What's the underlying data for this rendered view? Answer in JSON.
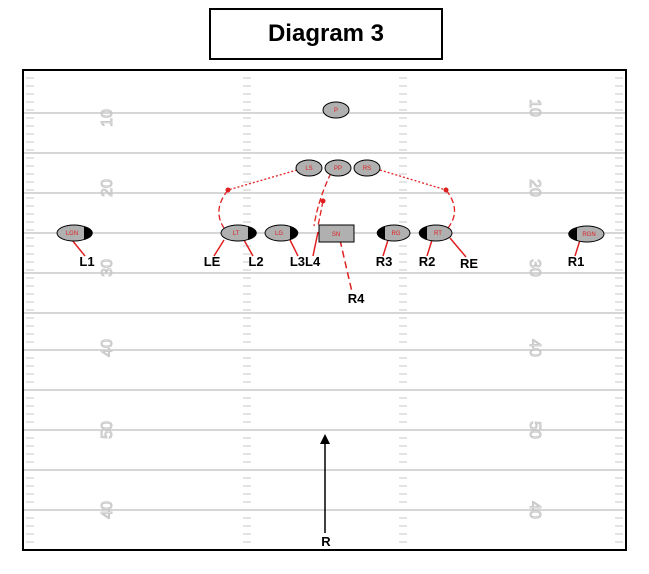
{
  "title": "Diagram 3",
  "colors": {
    "route": "#e02020",
    "player_fill": "#b0b0b0",
    "field_line": "#c8c8c8",
    "border": "#000000"
  },
  "yard_numbers": {
    "left": [
      "10",
      "20",
      "30",
      "40",
      "50",
      "40"
    ],
    "right": [
      "10",
      "20",
      "30",
      "40",
      "50",
      "40"
    ]
  },
  "players": {
    "P": "P",
    "LS": "LS",
    "PP": "PP",
    "RS": "RS",
    "LGN": "LGN",
    "LT": "LT",
    "LG": "LG",
    "SN": "SN",
    "RG": "RG",
    "RT": "RT",
    "RGN": "RGN"
  },
  "labels": {
    "L1": "L1",
    "LE": "LE",
    "L2": "L2",
    "L3L4": "L3L4",
    "R3": "R3",
    "R2": "R2",
    "RE": "RE",
    "R1": "R1",
    "R4": "R4",
    "R": "R"
  },
  "arrow_label": "R"
}
